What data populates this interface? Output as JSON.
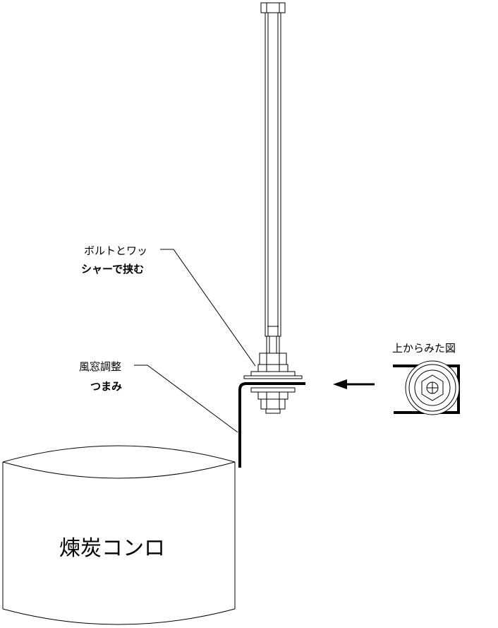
{
  "labels": {
    "bolt_washer_line1": "ボルトとワッ",
    "bolt_washer_line2": "シャーで挟む",
    "vent_knob_line1": "風窓調整",
    "vent_knob_line2": "つまみ",
    "top_view": "上からみた図",
    "stove": "煉炭コンロ"
  },
  "colors": {
    "line": "#000000",
    "background": "#ffffff"
  }
}
